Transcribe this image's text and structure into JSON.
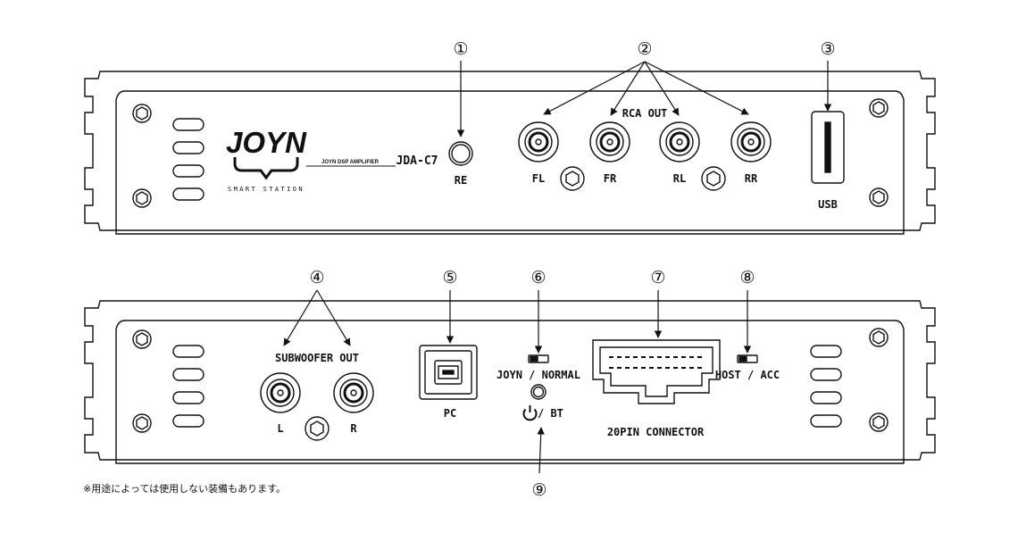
{
  "brand": {
    "logo_text": "JOYN",
    "tagline": "SMART STATION",
    "product_line": "JOYN DSP AMPLIFIER",
    "model": "JDA-C7"
  },
  "callouts": [
    "①",
    "②",
    "③",
    "④",
    "⑤",
    "⑥",
    "⑦",
    "⑧",
    "⑨"
  ],
  "front_panel": {
    "re_label": "RE",
    "rca_out_label": "RCA OUT",
    "rca_channels": [
      "FL",
      "FR",
      "RL",
      "RR"
    ],
    "usb_label": "USB"
  },
  "rear_panel": {
    "subwoofer_out_label": "SUBWOOFER OUT",
    "sub_channels": [
      "L",
      "R"
    ],
    "pc_label": "PC",
    "joyn_normal_label": "JOYN / NORMAL",
    "power_bt_label": "/ BT",
    "connector_label": "20PIN CONNECTOR",
    "host_acc_label": "HOST / ACC"
  },
  "footnote": "※用途によっては使用しない装備もあります。"
}
